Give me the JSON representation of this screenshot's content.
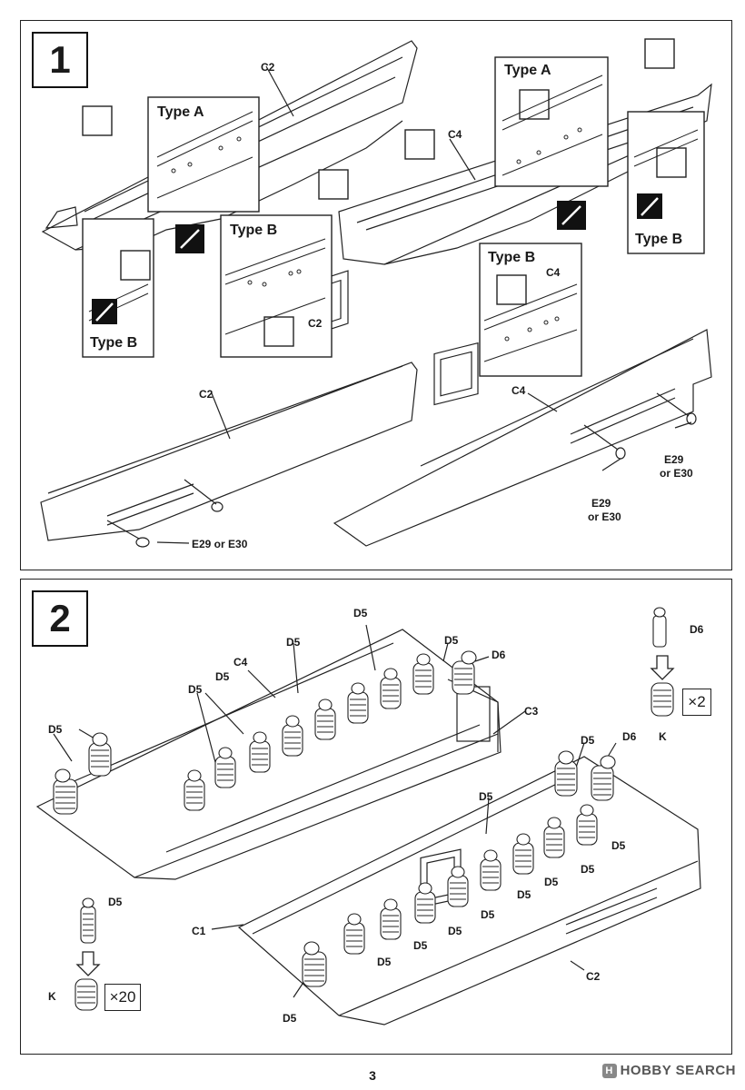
{
  "page": {
    "number": "3"
  },
  "watermark": {
    "logo": "H",
    "text": "HOBBY SEARCH"
  },
  "step1": {
    "number": "1",
    "type_a": "Type A",
    "type_b": "Type B",
    "labels": {
      "c2_top": "C2",
      "c4_top": "C4",
      "c2_detail": "C2",
      "c4_detail": "C4",
      "c2_bottom": "C2",
      "c4_bottom": "C4",
      "e29_left": "E29 or E30",
      "e29_right1_a": "E29",
      "e29_right1_b": "or E30",
      "e29_right2_a": "E29",
      "e29_right2_b": "or E30"
    }
  },
  "step2": {
    "number": "2",
    "labels": {
      "d5": "D5",
      "d6": "D6",
      "c1": "C1",
      "c2": "C2",
      "c3": "C3",
      "c4": "C4",
      "k": "K",
      "x2": "×2",
      "x20": "×20"
    }
  }
}
